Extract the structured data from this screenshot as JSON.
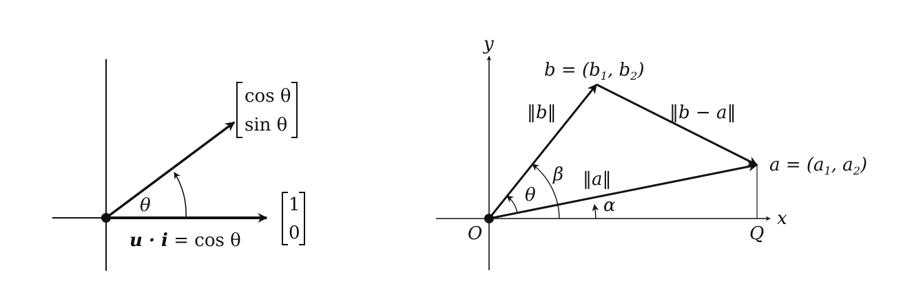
{
  "colors": {
    "ink": "#111111",
    "background": "#ffffff"
  },
  "left_diagram": {
    "vector_top": "cos θ",
    "vector_bottom": "sin θ",
    "angle_label": "θ",
    "unit_top": "1",
    "unit_bottom": "0",
    "dot_bold": "u · i",
    "dot_rest": " = cos θ"
  },
  "right_diagram": {
    "axis_y": "y",
    "axis_x": "x",
    "origin": "O",
    "foot": "Q",
    "b_point": "b = (b",
    "b_sub1": "1",
    "b_mid": ", b",
    "b_sub2": "2",
    "b_close": ")",
    "a_point": "a = (a",
    "a_sub1": "1",
    "a_mid": ", a",
    "a_sub2": "2",
    "a_close": ")",
    "norm_b": "‖b‖",
    "norm_bma": "‖b − a‖",
    "norm_a": "‖a‖",
    "beta": "β",
    "theta": "θ",
    "alpha": "α"
  }
}
